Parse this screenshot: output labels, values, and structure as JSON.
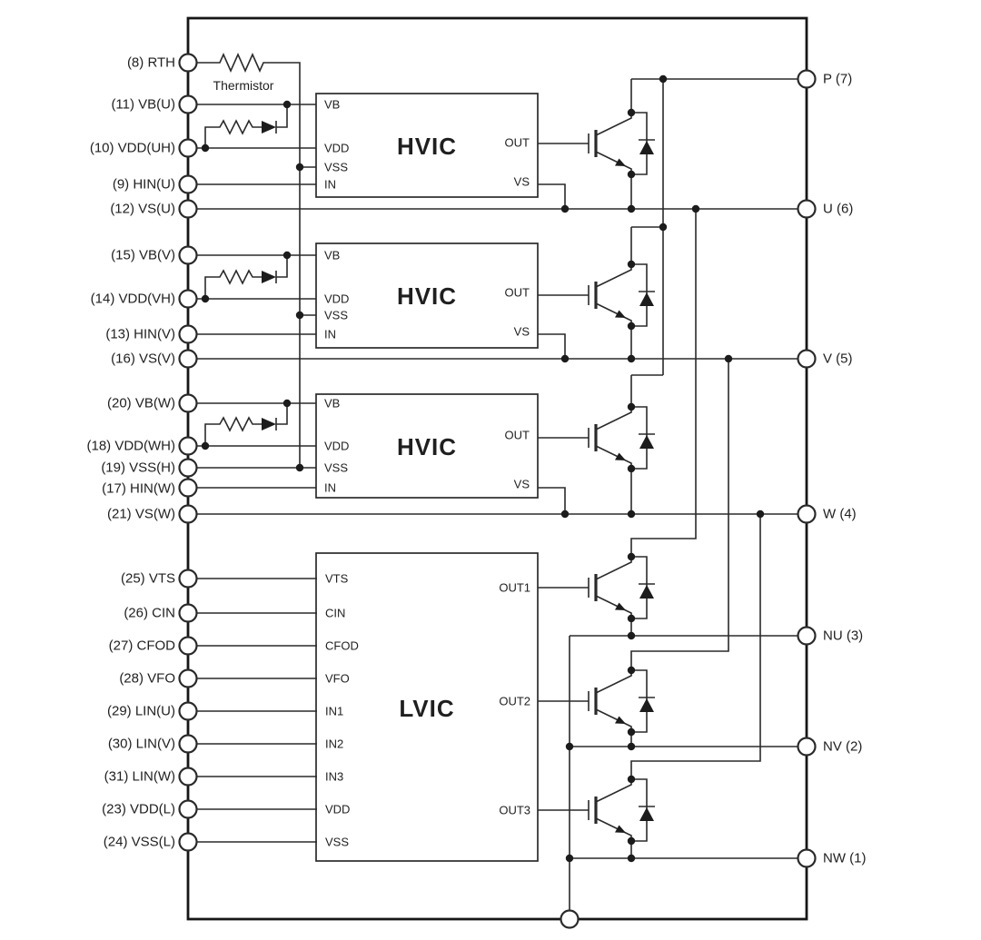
{
  "diagram": {
    "thermistor_label": "Thermistor",
    "left_pins": [
      "(8) RTH",
      "(11) VB(U)",
      "(10) VDD(UH)",
      "(9) HIN(U)",
      "(12) VS(U)",
      "(15) VB(V)",
      "(14) VDD(VH)",
      "(13) HIN(V)",
      "(16) VS(V)",
      "(20) VB(W)",
      "(18) VDD(WH)",
      "(19) VSS(H)",
      "(17) HIN(W)",
      "(21) VS(W)",
      "(25) VTS",
      "(26) CIN",
      "(27) CFOD",
      "(28) VFO",
      "(29) LIN(U)",
      "(30) LIN(V)",
      "(31) LIN(W)",
      "(23) VDD(L)",
      "(24) VSS(L)"
    ],
    "right_pins": [
      "P (7)",
      "U (6)",
      "V (5)",
      "W (4)",
      "NU (3)",
      "NV (2)",
      "NW (1)"
    ],
    "hvic": {
      "title": "HVIC",
      "vb": "VB",
      "vdd": "VDD",
      "vss": "VSS",
      "in": "IN",
      "out": "OUT",
      "vs": "VS"
    },
    "lvic": {
      "title": "LVIC",
      "vts": "VTS",
      "cin": "CIN",
      "cfod": "CFOD",
      "vfo": "VFO",
      "in1": "IN1",
      "in2": "IN2",
      "in3": "IN3",
      "vdd": "VDD",
      "vss": "VSS",
      "out1": "OUT1",
      "out2": "OUT2",
      "out3": "OUT3"
    },
    "colors": {
      "line": "#2a2a2a",
      "background": "#ffffff"
    }
  }
}
